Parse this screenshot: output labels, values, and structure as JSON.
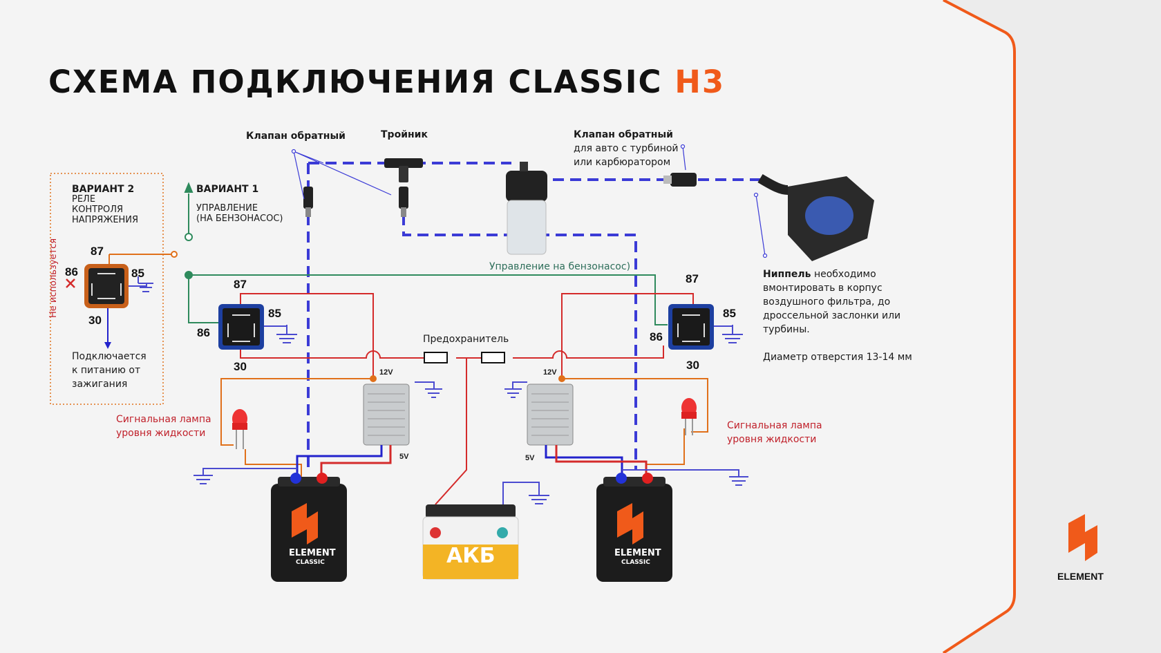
{
  "title": {
    "main": "СХЕМА ПОДКЛЮЧЕНИЯ  CLASSIC",
    "accent": "H3"
  },
  "labels": {
    "valve_left": "Клапан обратный",
    "tee": "Тройник",
    "valve_right_title": "Клапан обратный",
    "valve_right_line1": "для авто с турбиной",
    "valve_right_line2": "или карбюратором",
    "variant2_title": "ВАРИАНТ 2",
    "variant2_line1": "РЕЛЕ",
    "variant2_line2": "КОНТРОЛЯ",
    "variant2_line3": "НАПРЯЖЕНИЯ",
    "variant1_title": "ВАРИАНТ 1",
    "variant1_line1": "УПРАВЛЕНИЕ",
    "variant1_line2": "(НА БЕНЗОНАСОС)",
    "not_used": "Не используется",
    "ignition_line1": "Подключается",
    "ignition_line2": "к питанию от",
    "ignition_line3": "зажигания",
    "fuel_pump_control": "Управление на бензонасос)",
    "fuse": "Предохранитель",
    "nipple_bold": "Ниппель",
    "nipple_line1": "необходимо",
    "nipple_line2": "вмонтировать в корпус",
    "nipple_line3": "воздушного фильтра, до",
    "nipple_line4": "дроссельной заслонки или",
    "nipple_line5": "турбины.",
    "diameter": "Диаметр отверстия 13-14 мм",
    "lamp_left_line1": "Сигнальная лампа",
    "lamp_left_line2": "уровня жидкости",
    "lamp_right_line1": "Сигнальная лампа",
    "lamp_right_line2": "уровня жидкости",
    "v12_left": "12V",
    "v12_right": "12V",
    "v5_left": "5V",
    "v5_right": "5V",
    "battery": "АКБ",
    "unit_brand": "ELEMENT",
    "unit_model": "CLASSIC",
    "logo": "ELEMENT"
  },
  "relays": {
    "r_var2": {
      "p87": "87",
      "p86": "86",
      "p85": "85",
      "p30": "30"
    },
    "r_left": {
      "p87": "87",
      "p86": "86",
      "p85": "85",
      "p30": "30"
    },
    "r_right": {
      "p87": "87",
      "p86": "86",
      "p85": "85",
      "p30": "30"
    }
  },
  "colors": {
    "accent": "#f05a1a",
    "hose": "#3b3bd6",
    "wire_red": "#d42a2a",
    "wire_orange": "#e0701a",
    "wire_green": "#2e8a5c",
    "wire_blue": "#2222cc",
    "ground": "#4a4ad0",
    "relay_body": "#1d3fa0",
    "relay_var2": "#c8601a"
  }
}
